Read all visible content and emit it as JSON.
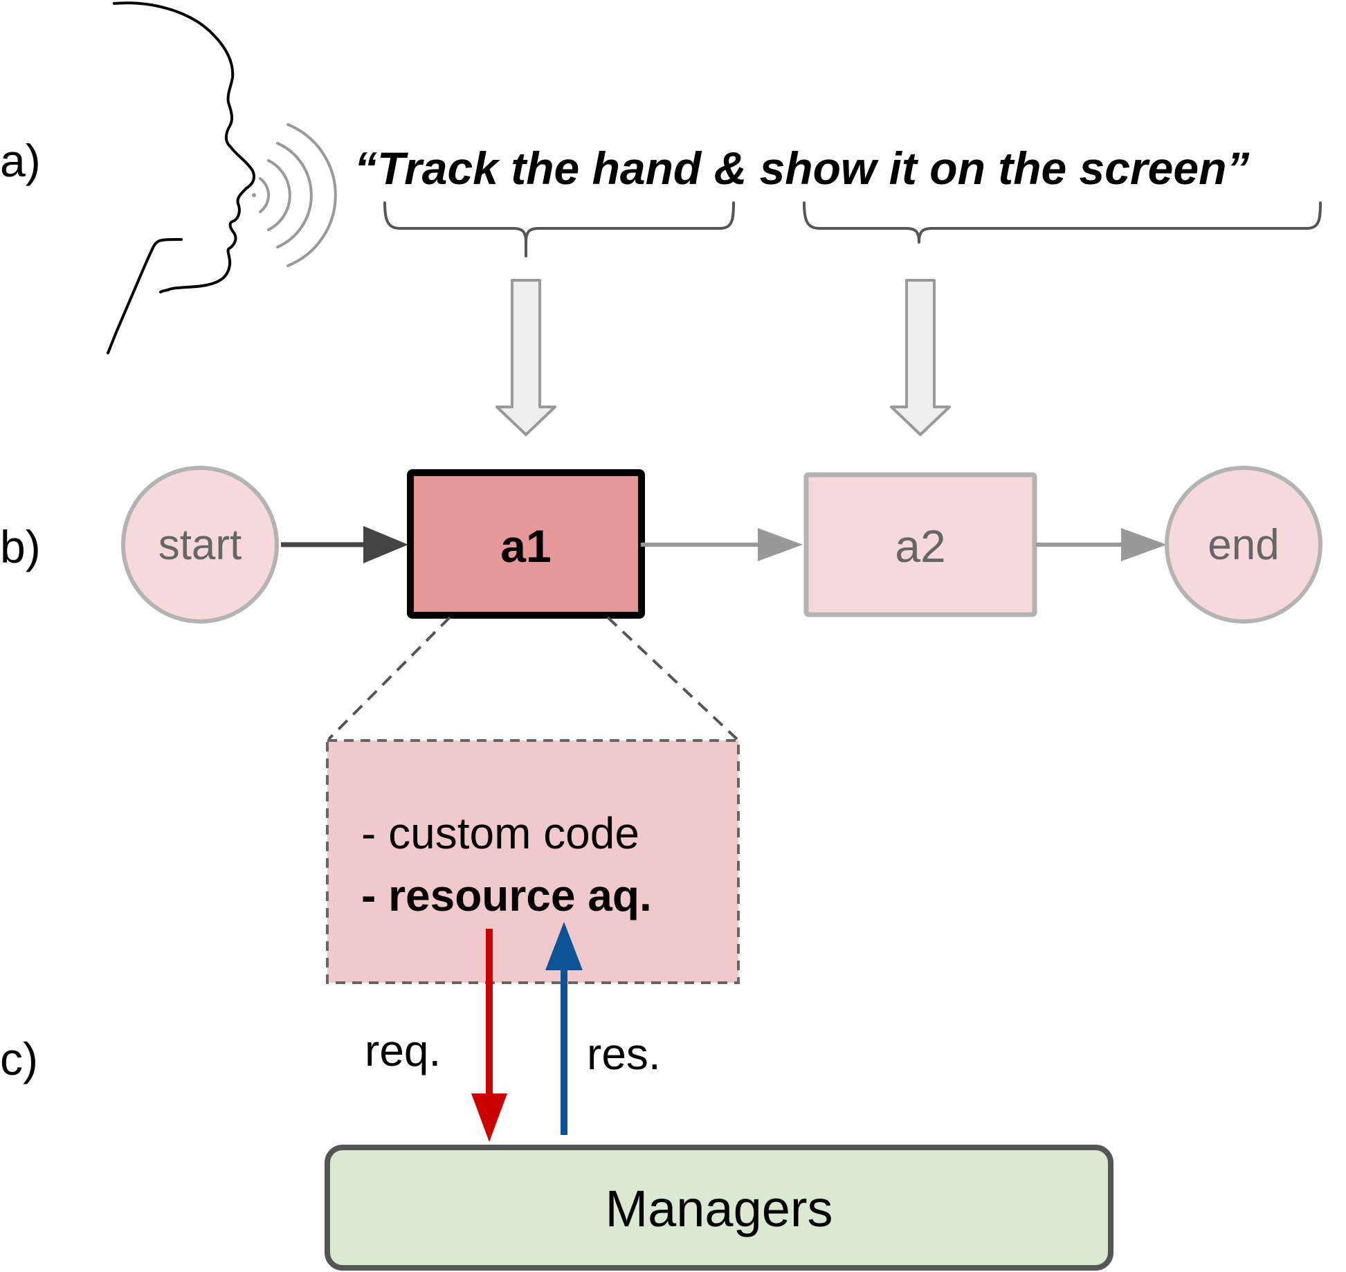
{
  "rows": {
    "a": "a)",
    "b": "b)",
    "c": "c)"
  },
  "speech": {
    "quote": "“Track the hand & show it on the screen”",
    "part1": "“Track the hand &",
    "part2": "show it on the screen”"
  },
  "workflow": {
    "start": "start",
    "a1": "a1",
    "a2": "a2",
    "end": "end"
  },
  "detail": {
    "line1": "- custom code",
    "line2": "- resource aq."
  },
  "arrows": {
    "req": "req.",
    "res": "res."
  },
  "managers": "Managers",
  "colors": {
    "node_fill": "#f5d9db",
    "node_stroke": "#b3b3b3",
    "active_fill": "#e69899",
    "active_stroke": "#000000",
    "detail_fill": "#f2c9cb",
    "managers_fill": "#d9e9d2",
    "managers_stroke": "#555555",
    "req_arrow": "#cc0000",
    "res_arrow": "#0b5394",
    "hollow_arrow_fill": "#eeeeee",
    "hollow_arrow_stroke": "#999999"
  }
}
